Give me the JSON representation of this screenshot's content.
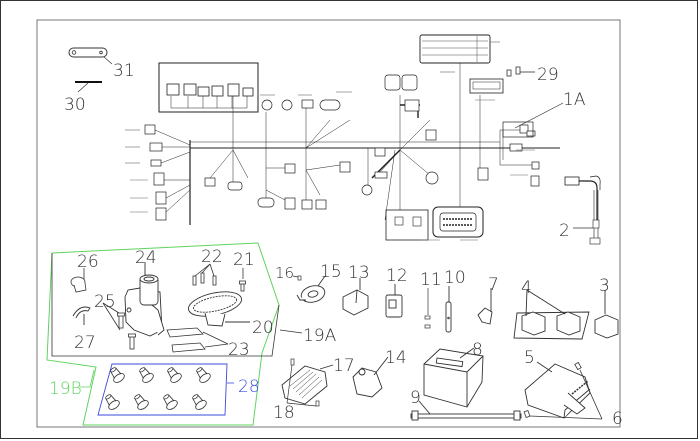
{
  "diagram": {
    "title": "Electrical system exploded parts diagram",
    "colors": {
      "line": "#333333",
      "assembly_19A_19B_outline": "#5fd35f",
      "group_28_outline": "#3b4bd8",
      "background": "#ffffff"
    },
    "callouts": {
      "c1A": "1A",
      "c2": "2",
      "c3": "3",
      "c4": "4",
      "c5": "5",
      "c6": "6",
      "c7": "7",
      "c8": "8",
      "c9": "9",
      "c10": "10",
      "c11": "11",
      "c12": "12",
      "c13": "13",
      "c14": "14",
      "c15": "15",
      "c16": "16",
      "c17": "17",
      "c18": "18",
      "c19A": "19A",
      "c19B": "19B",
      "c20": "20",
      "c21": "21",
      "c22": "22",
      "c23": "23",
      "c24": "24",
      "c25": "25",
      "c26": "26",
      "c27": "27",
      "c28": "28",
      "c29": "29",
      "c30": "30",
      "c31": "31"
    },
    "parts": [
      {
        "ref": "1A",
        "name": "wiring-harness"
      },
      {
        "ref": "2",
        "name": "spark-plug-cap-lead"
      },
      {
        "ref": "3",
        "name": "relay"
      },
      {
        "ref": "4",
        "name": "relay-pair"
      },
      {
        "ref": "5",
        "name": "ecu-module"
      },
      {
        "ref": "6",
        "name": "ecu-bolts"
      },
      {
        "ref": "7",
        "name": "sensor"
      },
      {
        "ref": "8",
        "name": "battery"
      },
      {
        "ref": "9",
        "name": "battery-strap"
      },
      {
        "ref": "10",
        "name": "bracket-plate"
      },
      {
        "ref": "11",
        "name": "screws"
      },
      {
        "ref": "12",
        "name": "flasher-relay"
      },
      {
        "ref": "13",
        "name": "connector-block"
      },
      {
        "ref": "14",
        "name": "starter-relay"
      },
      {
        "ref": "15",
        "name": "horn"
      },
      {
        "ref": "16",
        "name": "horn-screw"
      },
      {
        "ref": "17",
        "name": "regulator-rectifier"
      },
      {
        "ref": "18",
        "name": "regulator-bolts"
      },
      {
        "ref": "19A",
        "name": "ignition-lock-assembly"
      },
      {
        "ref": "19B",
        "name": "lock-set-assembly"
      },
      {
        "ref": "20",
        "name": "ignition-switch"
      },
      {
        "ref": "21",
        "name": "switch-screw"
      },
      {
        "ref": "22",
        "name": "cover-screws"
      },
      {
        "ref": "23",
        "name": "mounting-brackets"
      },
      {
        "ref": "24",
        "name": "steering-lock"
      },
      {
        "ref": "25",
        "name": "lock-bolts"
      },
      {
        "ref": "26",
        "name": "seat-lock"
      },
      {
        "ref": "27",
        "name": "lock-clip"
      },
      {
        "ref": "28",
        "name": "shear-bolts-set"
      },
      {
        "ref": "29",
        "name": "fuses"
      },
      {
        "ref": "30",
        "name": "cable-tie"
      },
      {
        "ref": "31",
        "name": "ground-strap"
      }
    ]
  }
}
